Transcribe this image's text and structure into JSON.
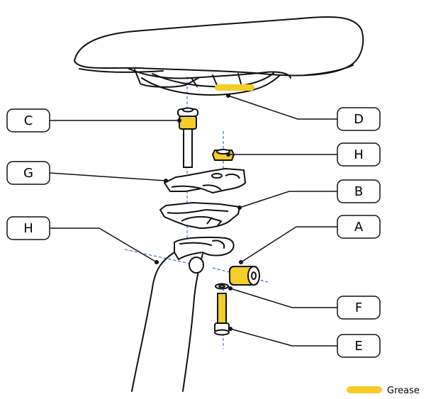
{
  "colors": {
    "grease": "#F5CC28",
    "line": "#111111",
    "axis_dash": "#3B72C8",
    "background": "#FFFFFF"
  },
  "callouts": {
    "c": "C",
    "g": "G",
    "h_left": "H",
    "d": "D",
    "h_right": "H",
    "b": "B",
    "a": "A",
    "f": "F",
    "e": "E"
  },
  "legend": {
    "label": "Grease",
    "swatch_color": "#F5CC28"
  }
}
